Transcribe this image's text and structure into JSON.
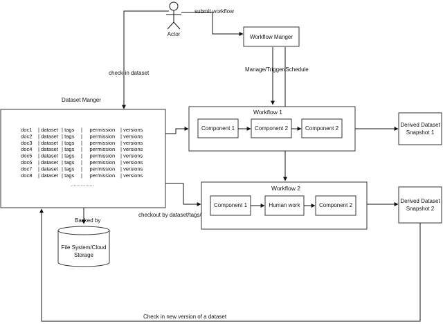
{
  "actor": {
    "label": "Actor"
  },
  "edges": {
    "submit_workflow": "submit workflow",
    "check_in_dataset": "check-in dataset",
    "manage_trigger_schedule": "Manage/Trigger/Schedule",
    "backed_by": "Backed by",
    "checkout": "checkout by dataset/tags/time",
    "check_in_new_version": "Check in new version of a dataset"
  },
  "workflow_manager": {
    "label": "Workflow Manger"
  },
  "dataset_manager": {
    "title": "Dataset Manger",
    "rows": [
      {
        "doc": "doc1",
        "dataset": "| dataset",
        "tags": "| tags",
        "permission": "|     permission",
        "versions": "| versions"
      },
      {
        "doc": "doc2",
        "dataset": "| dataset",
        "tags": "| tags",
        "permission": "|     permission",
        "versions": "| versions"
      },
      {
        "doc": "doc3",
        "dataset": "| dataset",
        "tags": "| tags",
        "permission": "|     permission",
        "versions": "| versions"
      },
      {
        "doc": "doc4",
        "dataset": "| dataset",
        "tags": "| tags",
        "permission": "|     permission",
        "versions": "| versions"
      },
      {
        "doc": "doc5",
        "dataset": "| dataset",
        "tags": "| tags",
        "permission": "|     permission",
        "versions": "| versions"
      },
      {
        "doc": "doc6",
        "dataset": "| dataset",
        "tags": "| tags",
        "permission": "|     permission",
        "versions": "| versions"
      },
      {
        "doc": "doc7",
        "dataset": "| dataset",
        "tags": "| tags",
        "permission": "|     permission",
        "versions": "| versions"
      },
      {
        "doc": "doc8",
        "dataset": "| dataset",
        "tags": "| tags",
        "permission": "|     permission",
        "versions": "| versions"
      }
    ],
    "ellipsis": "................"
  },
  "workflow1": {
    "title": "Workflow 1",
    "components": [
      "Component 1",
      "Component 2",
      "Component 2"
    ]
  },
  "workflow2": {
    "title": "Workflow 2",
    "components": [
      "Component 1",
      "Human work",
      "Component 2"
    ]
  },
  "snapshot1": {
    "line1": "Derived Dataset",
    "line2": "Snapshot 1"
  },
  "snapshot2": {
    "line1": "Derived Dataset",
    "line2": "Snapshot 2"
  },
  "storage": {
    "line1": "File System/Cloud",
    "line2": "Storage"
  }
}
